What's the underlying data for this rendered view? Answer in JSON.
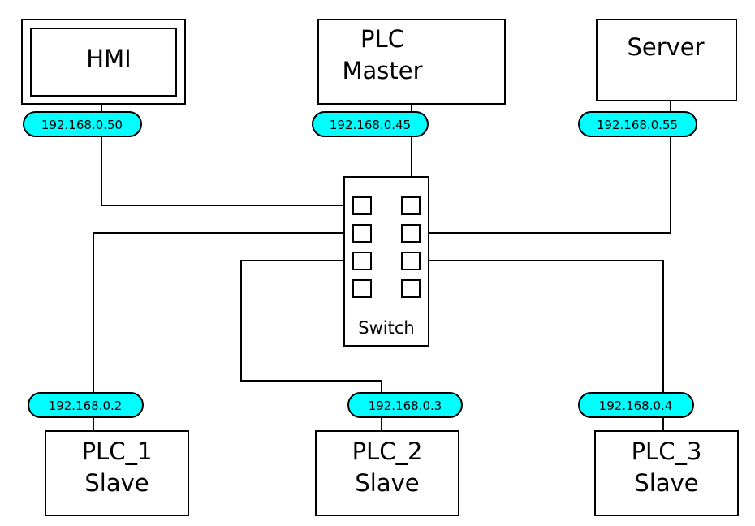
{
  "colors": {
    "ip_fill": "#00ffff",
    "stroke": "#000000",
    "background": "#ffffff"
  },
  "devices": {
    "hmi": {
      "label": "HMI",
      "ip": "192.168.0.50"
    },
    "plc_master": {
      "line1": "PLC",
      "line2": "Master",
      "ip": "192.168.0.45"
    },
    "server": {
      "label": "Server",
      "ip": "192.168.0.55"
    },
    "plc_1": {
      "line1": "PLC_1",
      "line2": "Slave",
      "ip": "192.168.0.2"
    },
    "plc_2": {
      "line1": "PLC_2",
      "line2": "Slave",
      "ip": "192.168.0.3"
    },
    "plc_3": {
      "line1": "PLC_3",
      "line2": "Slave",
      "ip": "192.168.0.4"
    }
  },
  "switch": {
    "label": "Switch",
    "port_count": 8
  }
}
